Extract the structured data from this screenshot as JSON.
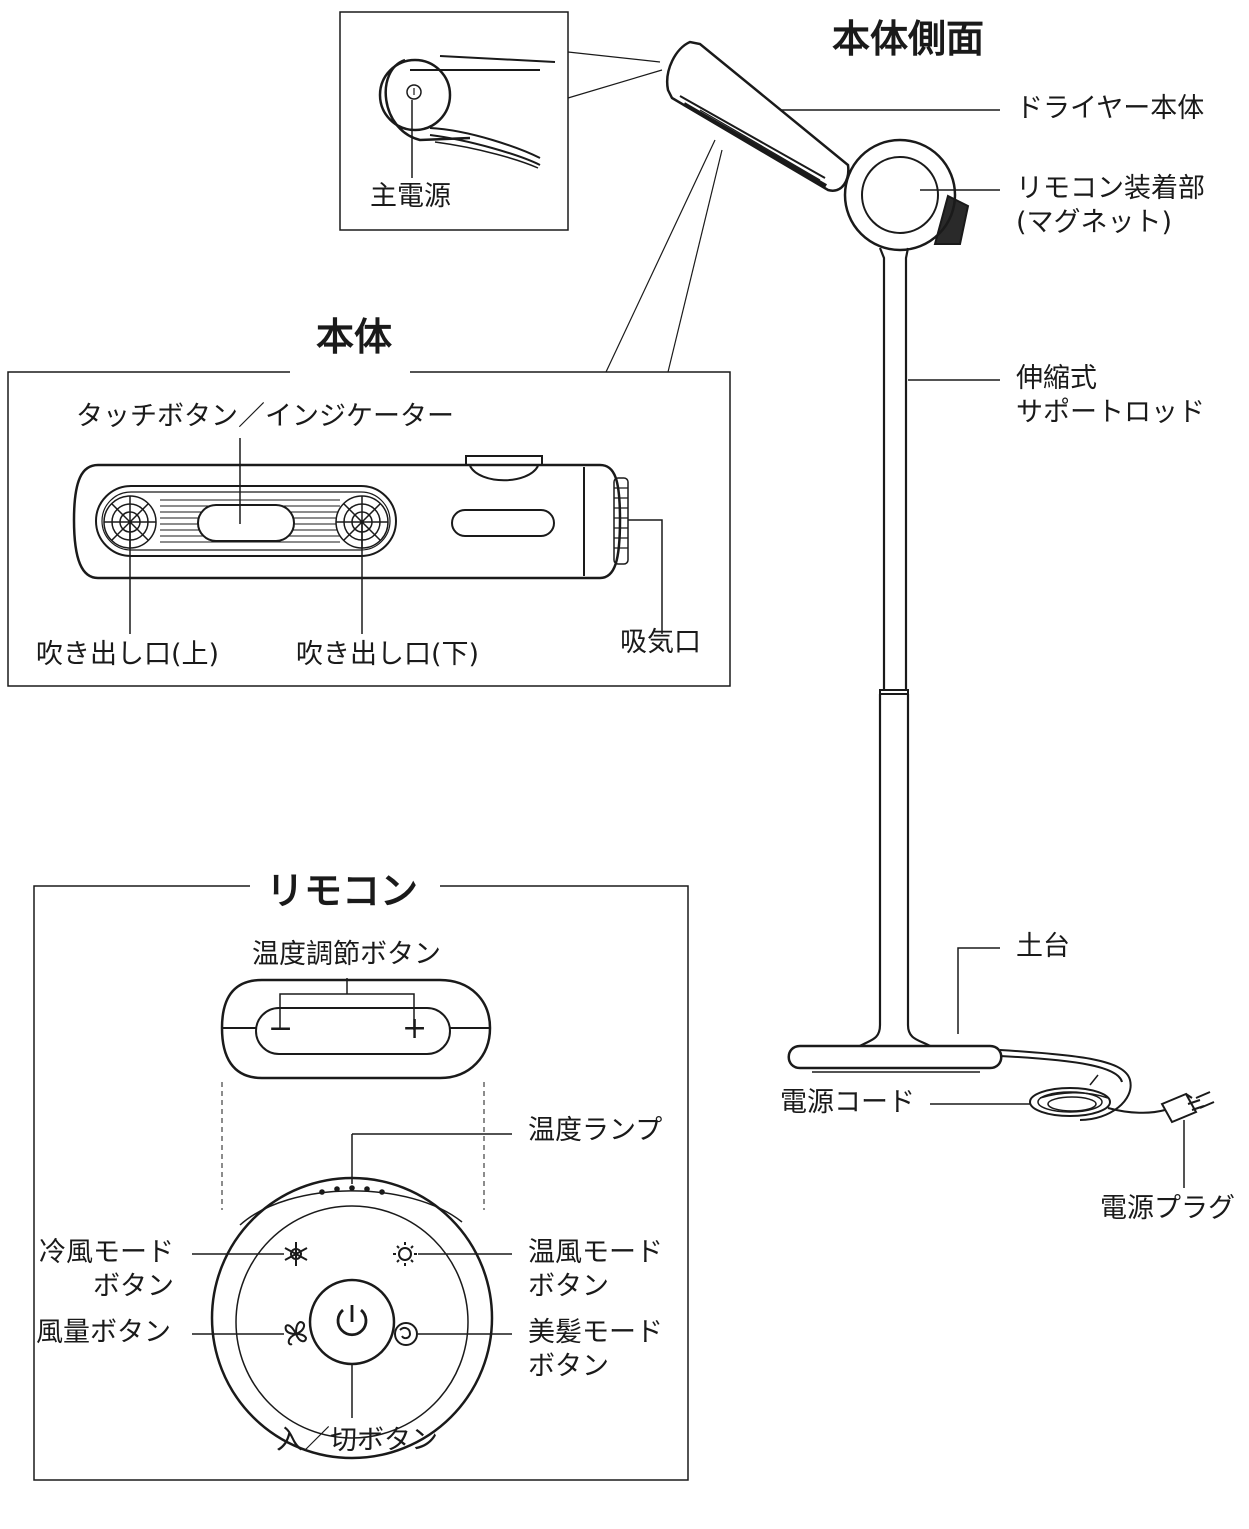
{
  "titles": {
    "side": "本体側面",
    "body": "本体",
    "remote": "リモコン"
  },
  "labels": {
    "main_power": "主電源",
    "dryer_body": "ドライヤー本体",
    "remote_mount": "リモコン装着部\n(マグネット)",
    "support_rod": "伸縮式\nサポートロッド",
    "touch_button": "タッチボタン／インジケーター",
    "outlet_upper": "吹き出し口(上)",
    "outlet_lower": "吹き出し口(下)",
    "intake": "吸気口",
    "temp_adjust": "温度調節ボタン",
    "temp_lamp": "温度ランプ",
    "cool_mode": "冷風モード\nボタン",
    "warm_mode": "温風モード\nボタン",
    "airflow": "風量ボタン",
    "beauty_mode": "美髪モード\nボタン",
    "power_toggle": "入／切ボタン",
    "base": "土台",
    "power_cord": "電源コード",
    "power_plug": "電源プラグ"
  },
  "symbols": {
    "minus": "−",
    "plus": "+"
  }
}
